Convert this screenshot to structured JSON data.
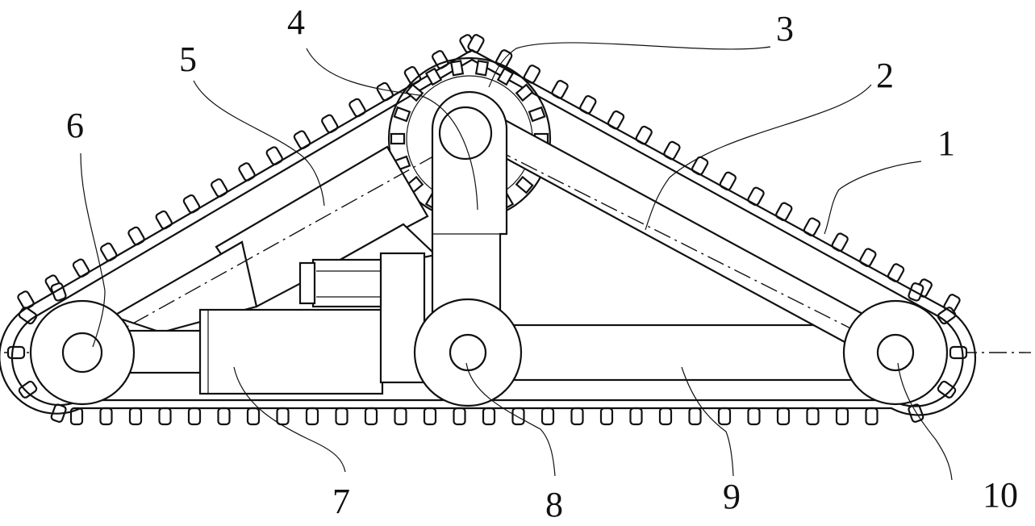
{
  "diagram": {
    "callouts": [
      "1",
      "2",
      "3",
      "4",
      "5",
      "6",
      "7",
      "8",
      "9",
      "10"
    ]
  },
  "colors": {
    "line": "#111111",
    "background": "#ffffff"
  }
}
